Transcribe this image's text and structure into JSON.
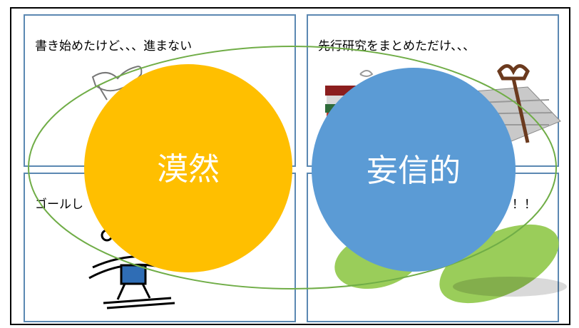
{
  "panels": {
    "top_left": {
      "caption": "書き始めたけど、、、進まない"
    },
    "top_right": {
      "caption": "先行研究をまとめただけ、、、"
    },
    "bottom_left": {
      "caption": "ゴールし"
    },
    "bottom_right": {
      "caption": "！！"
    }
  },
  "circles": {
    "left": {
      "label": "漠然",
      "color": "#ffbf00"
    },
    "right": {
      "label": "妄信的",
      "color": "#5b9bd5"
    }
  },
  "ellipse": {
    "color": "#70ad47"
  }
}
